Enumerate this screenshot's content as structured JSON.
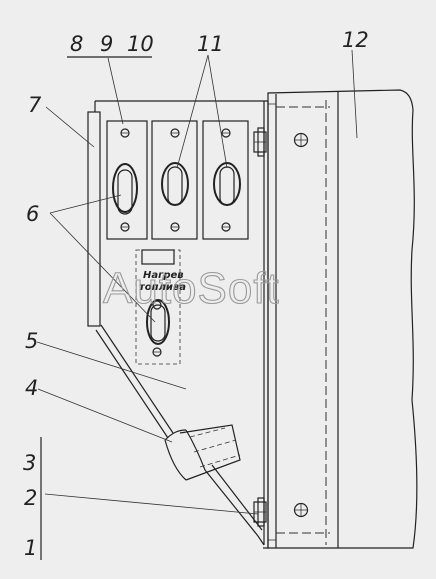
{
  "callouts": {
    "n1": "1",
    "n2": "2",
    "n3": "3",
    "n4": "4",
    "n5": "5",
    "n6": "6",
    "n7": "7",
    "n8": "8",
    "n9": "9",
    "n10": "10",
    "n11": "11",
    "n12": "12"
  },
  "plate": {
    "line1": "Нагрев",
    "line2": "топлива"
  },
  "watermark": "AutoSoft"
}
